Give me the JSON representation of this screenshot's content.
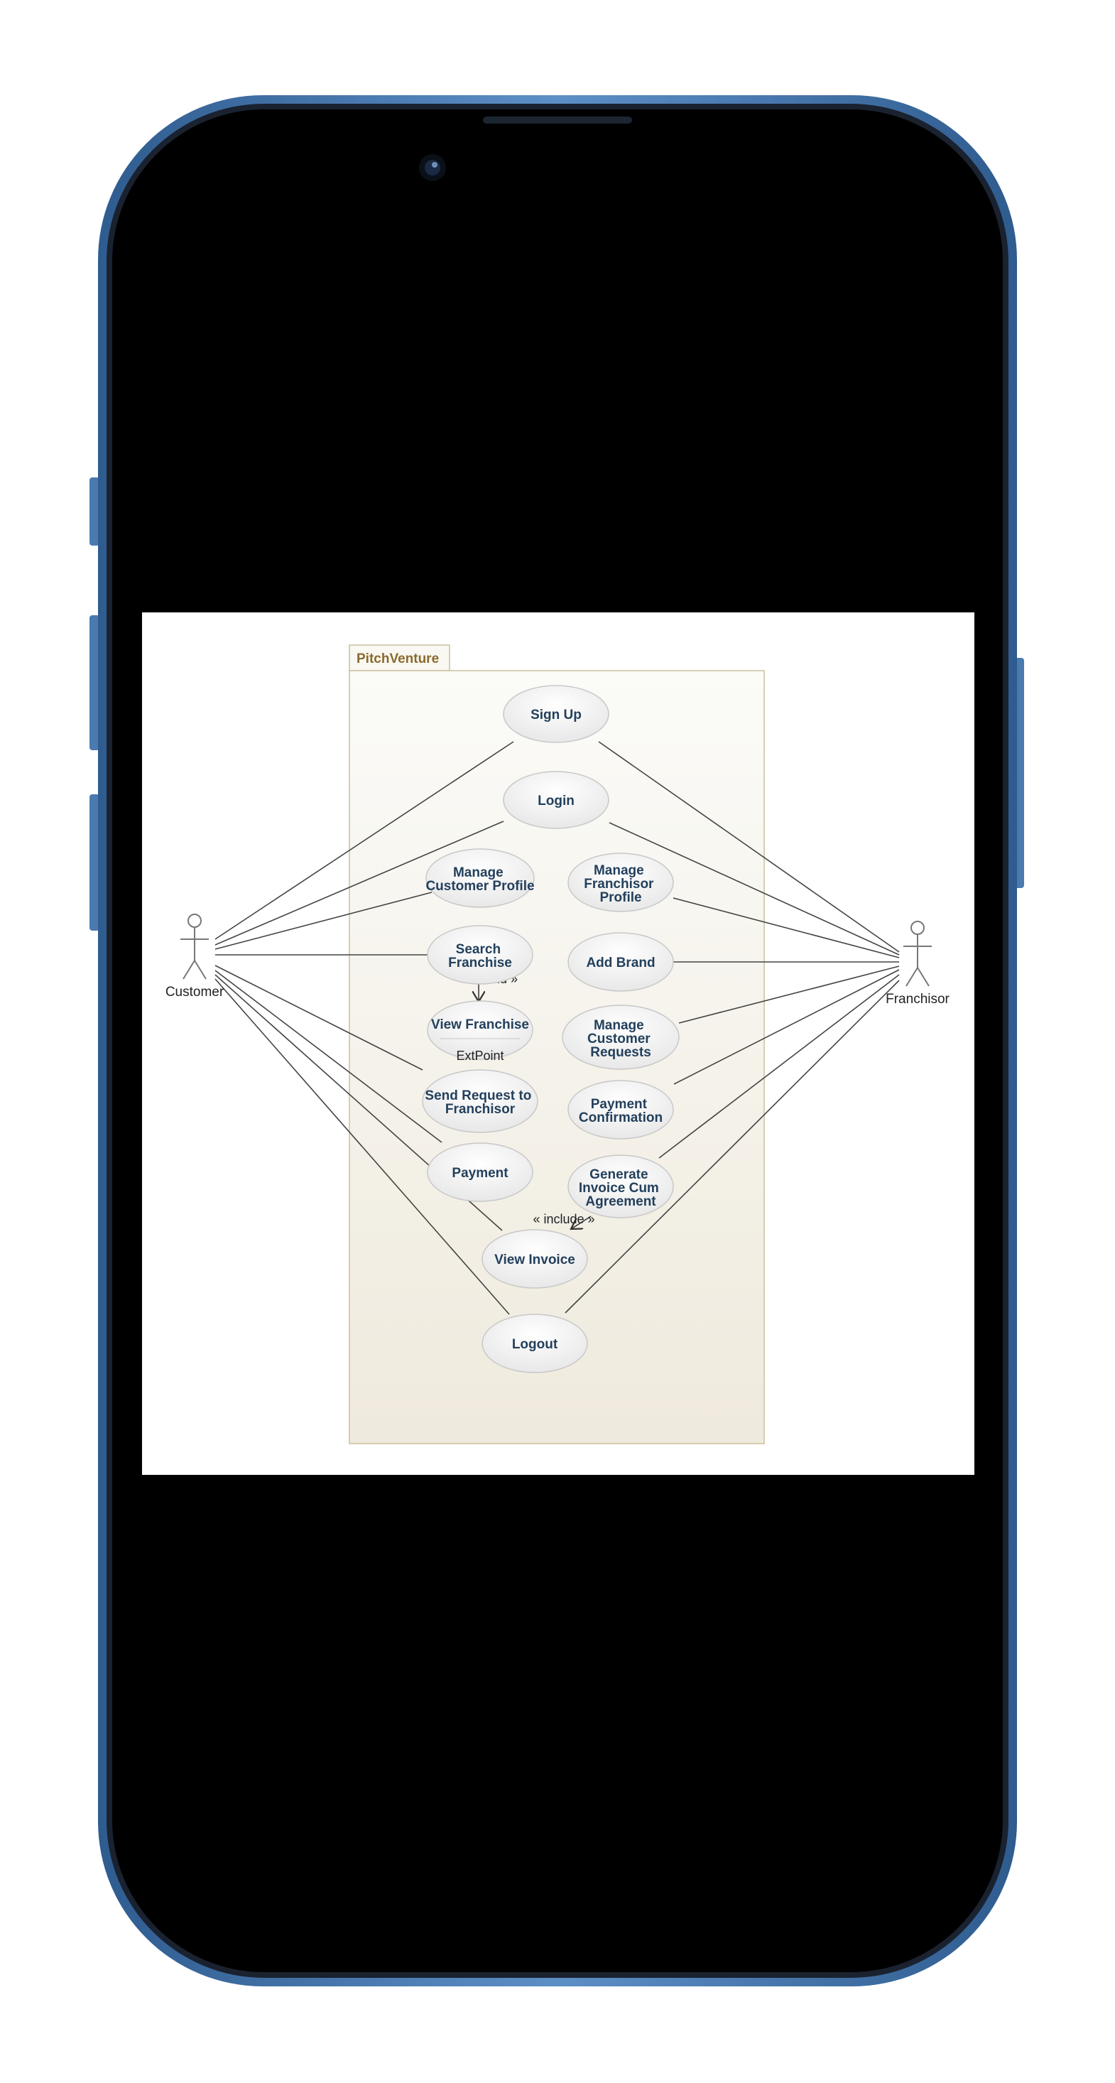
{
  "diagram": {
    "system_name": "PitchVenture",
    "actors": {
      "customer": "Customer",
      "franchisor": "Franchisor"
    },
    "use_cases": {
      "sign_up": [
        "Sign Up"
      ],
      "login": [
        "Login"
      ],
      "manage_customer_profile": [
        "Manage",
        "Customer Profile"
      ],
      "manage_franchisor_profile": [
        "Manage",
        "Franchisor",
        "Profile"
      ],
      "search_franchise": [
        "Search",
        "Franchise"
      ],
      "add_brand": [
        "Add Brand"
      ],
      "view_franchise": [
        "View Franchise"
      ],
      "manage_customer_requests": [
        "Manage",
        "Customer",
        "Requests"
      ],
      "send_request": [
        "Send Request to",
        "Franchisor"
      ],
      "payment_confirmation": [
        "Payment",
        "Confirmation"
      ],
      "payment": [
        "Payment"
      ],
      "generate_invoice": [
        "Generate",
        "Invoice Cum",
        "Agreement"
      ],
      "view_invoice": [
        "View Invoice"
      ],
      "logout": [
        "Logout"
      ]
    },
    "extend_label": "« extend »",
    "extension_point": "ExtPoint",
    "include_label": "« include »",
    "colors": {
      "system_fill_top": "#fbfbf8",
      "system_fill_bottom": "#efeadd",
      "system_border": "#cbbf9c",
      "system_title": "#8a6a2e",
      "use_case_text": "#23405c",
      "phone_body": "#000000",
      "phone_edge": "#4a7ab0"
    },
    "icons": {
      "camera": "front-camera-icon",
      "actor": "stick-figure-icon"
    }
  }
}
